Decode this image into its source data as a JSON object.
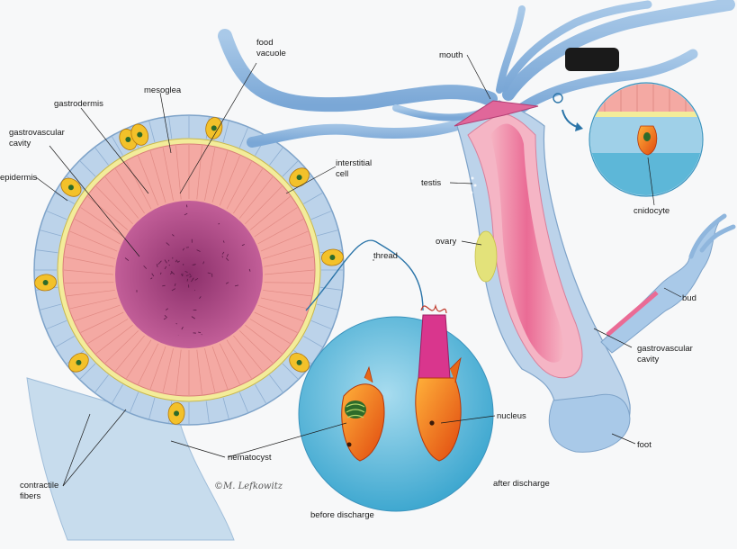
{
  "labels": {
    "food_vacuole": [
      "food",
      "vacuole"
    ],
    "mesoglea": "mesoglea",
    "gastrodermis": "gastrodermis",
    "gastrovascular_cavity_left": [
      "gastrovascular",
      "cavity"
    ],
    "epidermis": "epidermis",
    "interstitial_cell": [
      "interstitial",
      "cell"
    ],
    "thread": "thread",
    "nucleus": "nucleus",
    "nematocyst": "nematocyst",
    "contractile_fibers": [
      "contractile",
      "fibers"
    ],
    "before_discharge": "before discharge",
    "after_discharge": "after discharge",
    "mouth": "mouth",
    "testis": "testis",
    "ovary": "ovary",
    "cnidocyte": "cnidocyte",
    "bud": "bud",
    "gastrovascular_cavity_right": [
      "gastrovascular",
      "cavity"
    ],
    "foot": "foot"
  },
  "signature": "©M. Lefkowitz",
  "colors": {
    "epidermis": "#bcd3ea",
    "gastrodermis": "#f4a9a3",
    "cavity": "#a0437a",
    "mesoglea": "#f3ec9a",
    "inset": "#5db7d8",
    "body_wall": "#f49bb0",
    "tentacle": "#8fb6dd",
    "nematocyst": "#f06a1c"
  }
}
